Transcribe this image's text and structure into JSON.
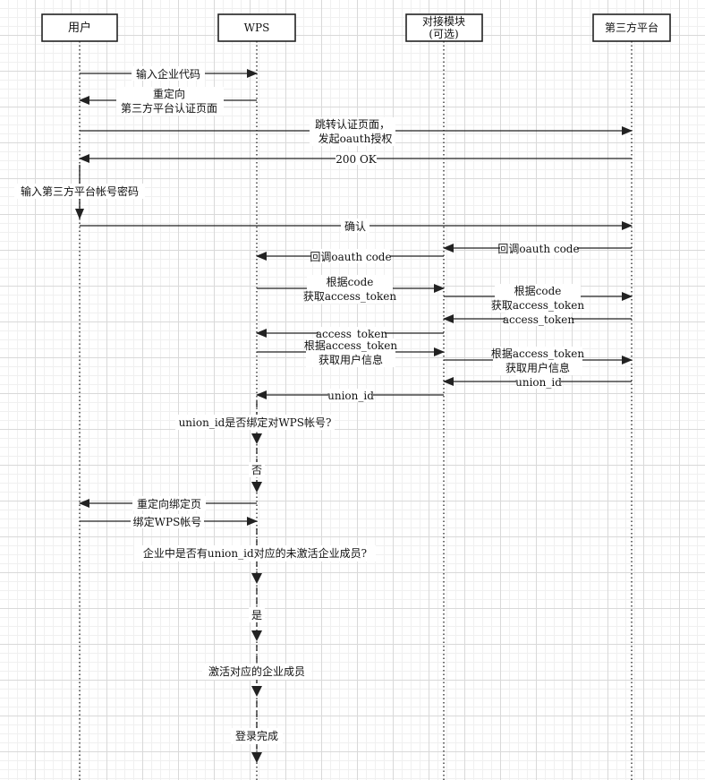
{
  "participants": {
    "user": "用户",
    "wps": "WPS",
    "connector_line1": "对接模块",
    "connector_line2": "(可选)",
    "third": "第三方平台"
  },
  "messages": {
    "m1": "输入企业代码",
    "m2_l1": "重定向",
    "m2_l2": "第三方平台认证页面",
    "m3_l1": "跳转认证页面，",
    "m3_l2": "发起oauth授权",
    "m4": "200 OK",
    "m5": "输入第三方平台帐号密码",
    "m6": "确认",
    "m7": "回调oauth code",
    "m8": "回调oauth code",
    "m9_l1": "根据code",
    "m9_l2": "获取access_token",
    "m10_l1": "根据code",
    "m10_l2": "获取access_token",
    "m11": "access_token",
    "m12": "access_token",
    "m13_l1": "根据access_token",
    "m13_l2": "获取用户信息",
    "m14_l1": "根据access_token",
    "m14_l2": "获取用户信息",
    "m15": "union_id",
    "m16": "union_id",
    "m17": "重定向绑定页",
    "m18": "绑定WPS帐号"
  },
  "flow": {
    "q1": "union_id是否绑定对WPS帐号?",
    "no": "否",
    "q2": "企业中是否有union_id对应的未激活企业成员?",
    "yes": "是",
    "activate": "激活对应的企业成员",
    "done": "登录完成"
  }
}
